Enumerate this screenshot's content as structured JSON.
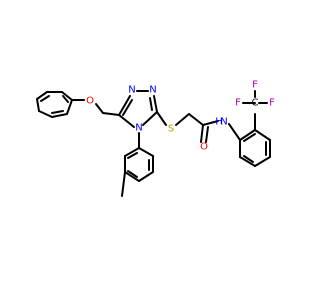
{
  "molecule": {
    "atoms": {
      "o_ether": "O",
      "n_triazole_top_left": "N",
      "n_triazole_top_right": "N",
      "n_triazole_ring": "N",
      "s_thioether": "S",
      "o_carbonyl": "O",
      "n_amide": "N",
      "h_amide": "H",
      "f_left": "F",
      "f_mid": "F",
      "f_right": "F",
      "c_cf3": "C"
    },
    "colors": {
      "bond": "#000000",
      "oxygen": "#ff0000",
      "nitrogen": "#0000ff",
      "sulfur": "#b3a400",
      "fluorine": "#b000b0",
      "carbon": "#000000"
    }
  }
}
